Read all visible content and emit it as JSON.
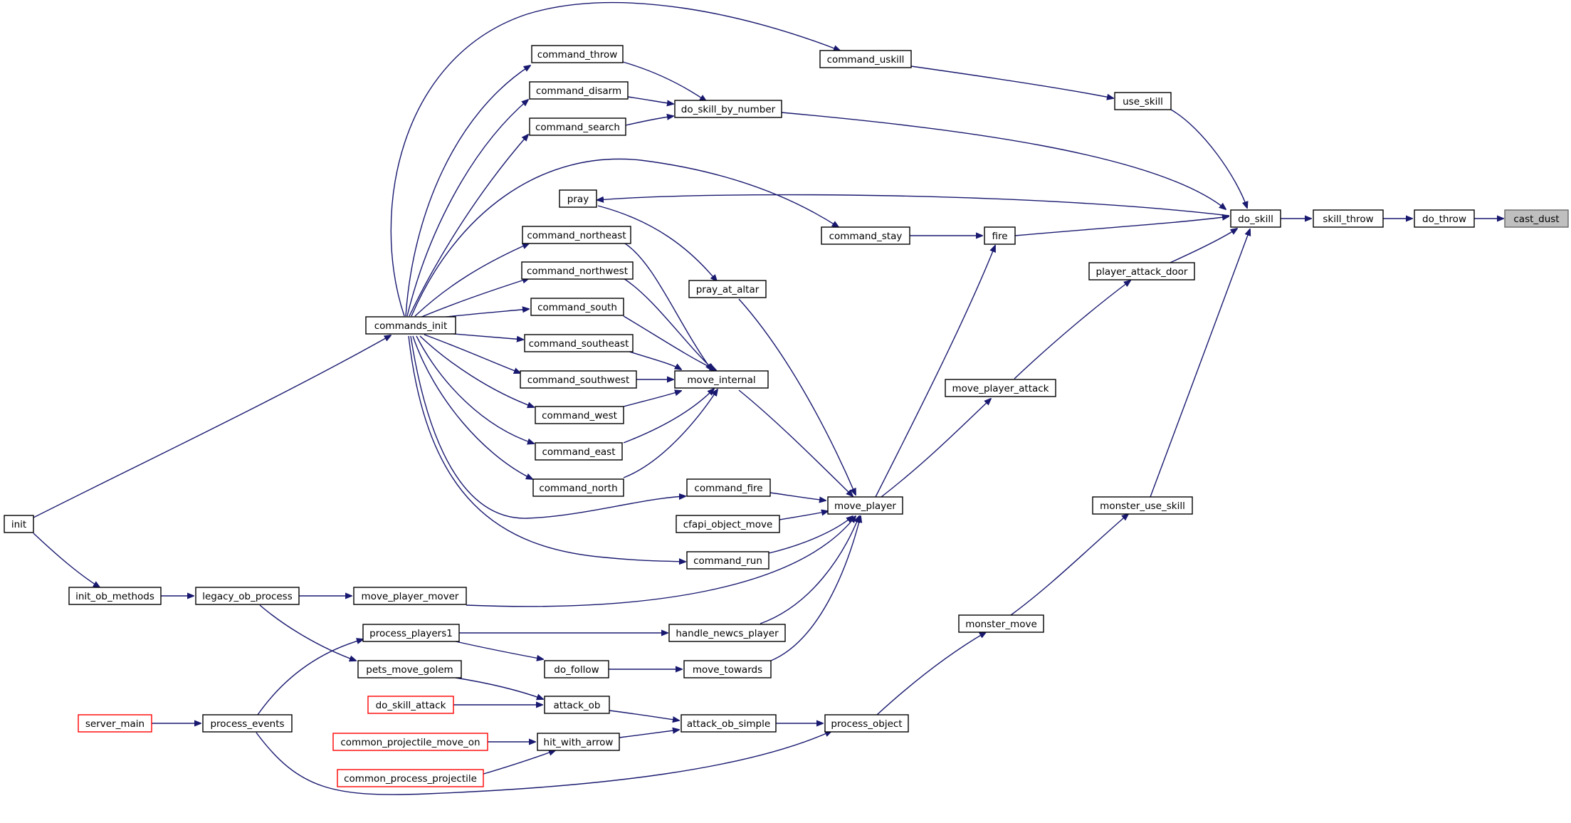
{
  "colors": {
    "edge": "#191970",
    "border": "#000000",
    "external_border": "#ff0000",
    "root_fill": "#bfbfbf",
    "background": "#ffffff"
  },
  "nodes": {
    "cast_dust": "cast_dust",
    "do_throw": "do_throw",
    "skill_throw": "skill_throw",
    "do_skill": "do_skill",
    "use_skill": "use_skill",
    "command_uskill": "command_uskill",
    "do_skill_by_number": "do_skill_by_number",
    "command_throw": "command_throw",
    "command_disarm": "command_disarm",
    "command_search": "command_search",
    "pray": "pray",
    "pray_at_altar": "pray_at_altar",
    "command_stay": "command_stay",
    "fire": "fire",
    "player_attack_door": "player_attack_door",
    "move_player_attack": "move_player_attack",
    "command_northeast": "command_northeast",
    "command_northwest": "command_northwest",
    "command_south": "command_south",
    "command_southeast": "command_southeast",
    "command_southwest": "command_southwest",
    "command_west": "command_west",
    "command_east": "command_east",
    "command_north": "command_north",
    "move_internal": "move_internal",
    "commands_init": "commands_init",
    "init": "init",
    "init_ob_methods": "init_ob_methods",
    "legacy_ob_process": "legacy_ob_process",
    "move_player_mover": "move_player_mover",
    "command_fire": "command_fire",
    "cfapi_object_move": "cfapi_object_move",
    "command_run": "command_run",
    "move_player": "move_player",
    "monster_use_skill": "monster_use_skill",
    "monster_move": "monster_move",
    "process_players1": "process_players1",
    "handle_newcs_player": "handle_newcs_player",
    "pets_move_golem": "pets_move_golem",
    "do_follow": "do_follow",
    "move_towards": "move_towards",
    "do_skill_attack": "do_skill_attack",
    "attack_ob": "attack_ob",
    "server_main": "server_main",
    "process_events": "process_events",
    "attack_ob_simple": "attack_ob_simple",
    "process_object": "process_object",
    "common_projectile_move_on": "common_projectile_move_on",
    "hit_with_arrow": "hit_with_arrow",
    "common_process_projectile": "common_process_projectile"
  }
}
